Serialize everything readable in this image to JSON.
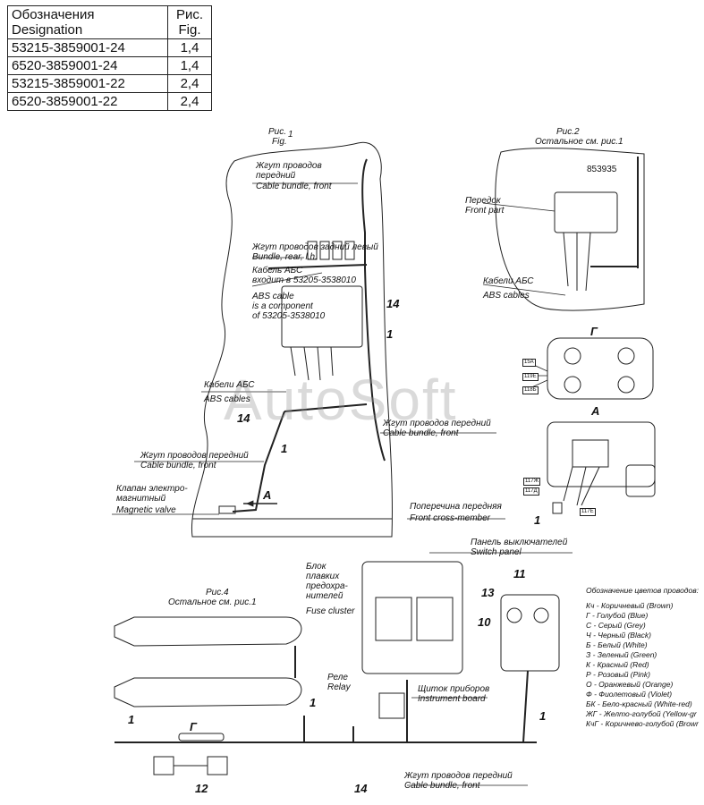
{
  "table": {
    "headers": [
      "Обозначения\nDesignation",
      "Рис.\nFig."
    ],
    "header_des_1": "Обозначения",
    "header_des_2": "Designation",
    "header_fig_1": "Рис.",
    "header_fig_2": "Fig.",
    "rows": [
      {
        "designation": "53215-3859001-24",
        "fig": "1,4"
      },
      {
        "designation": "6520-3859001-24",
        "fig": "1,4"
      },
      {
        "designation": "53215-3859001-22",
        "fig": "2,4"
      },
      {
        "designation": "6520-3859001-22",
        "fig": "2,4"
      }
    ]
  },
  "fig1": {
    "title_ru": "Рис.",
    "title_en": "Fig.",
    "title_num": "1",
    "cable_front_ru_1": "Жгут проводов",
    "cable_front_ru_2": "передний",
    "cable_front_en": "Cable bundle, front",
    "rear_left_ru": "Жгут проводов задний левый",
    "rear_left_en": "Bundle, rear, l.h.",
    "abs_in_ru_1": "Кабель АБС",
    "abs_in_ru_2": "входит в 53205-3538010",
    "abs_in_en_1": "ABS cable",
    "abs_in_en_2": "is a component",
    "abs_in_en_3": "of 53205-3538010",
    "abs_cables_ru": "Кабели АБС",
    "abs_cables_en": "ABS cables",
    "cable_front2_ru": "Жгут проводов передний",
    "cable_front2_en": "Cable bundle, front",
    "cable_front3_ru": "Жгут проводов передний",
    "cable_front3_en": "Cable bundle, front",
    "valve_ru_1": "Клапан электро-",
    "valve_ru_2": "магнитный",
    "valve_en": "Magnetic valve",
    "crossmember_ru": "Поперечина передняя",
    "crossmember_en": "Front cross-member",
    "view_a": "А",
    "n14a": "14",
    "n1a": "1",
    "n14b": "14",
    "n1b": "1"
  },
  "fig2": {
    "title_ru": "Рис.2",
    "subtitle_ru": "Остальное см. рис.1",
    "code": "853935",
    "front_ru": "Передок",
    "front_en": "Front part",
    "abs_ru": "Кабели АБС",
    "abs_en": "ABS cables",
    "view_g": "Г"
  },
  "detail": {
    "view_a": "А",
    "tags": [
      "15А",
      "119Е",
      "118Б",
      "117Ж",
      "117Д",
      "117Е"
    ],
    "n1": "1"
  },
  "fig4": {
    "title_ru": "Рис.4",
    "subtitle_ru": "Остальное см. рис.1",
    "fuse_ru_1": "Блок",
    "fuse_ru_2": "плавких",
    "fuse_ru_3": "предохра-",
    "fuse_ru_4": "нителей",
    "fuse_en": "Fuse cluster",
    "switch_ru": "Панель выключателей",
    "switch_en": "Switch panel",
    "relay_ru": "Реле",
    "relay_en": "Relay",
    "instr_ru": "Щиток приборов",
    "instr_en": "Instrument board",
    "front_ru": "Жгут проводов передний",
    "front_en": "Cable bundle, front",
    "view_g": "Г",
    "n1a": "1",
    "n1b": "1",
    "n1c": "1",
    "n10": "10",
    "n11": "11",
    "n12": "12",
    "n13": "13",
    "n14": "14"
  },
  "legend": {
    "title": "Обозначение цветов проводов:",
    "items": [
      "Кч  - Коричневый (Brown)",
      "Г   - Голубой (Blue)",
      "С   - Серый (Grey)",
      "Ч   - Черный (Black)",
      "Б   - Белый (White)",
      "З   - Зеленый (Green)",
      "К   - Красный (Red)",
      "Р   - Розовый (Pink)",
      "О   - Оранжевый (Orange)",
      "Ф   - Фиолетовый (Violet)",
      "БК  - Бело-красный (White-red)",
      "ЖГ  - Желто-голубой (Yellow-gr",
      "КчГ - Коричнево-голубой (Browr"
    ]
  },
  "watermark": "AutoSoft"
}
